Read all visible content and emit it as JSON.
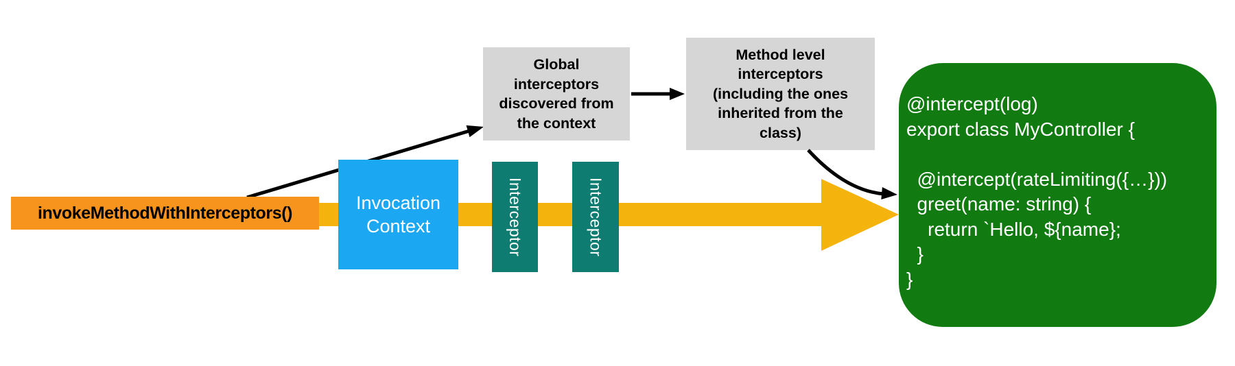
{
  "nodes": {
    "invoke_method": {
      "label": "invokeMethodWithInterceptors()"
    },
    "invocation_context": {
      "label": "Invocation\nContext"
    },
    "interceptors": [
      {
        "label": "Interceptor"
      },
      {
        "label": "Interceptor"
      }
    ],
    "global_interceptors": {
      "label": "Global\ninterceptors\ndiscovered from\nthe context"
    },
    "method_interceptors": {
      "label": "Method level\ninterceptors\n(including the ones\ninherited from the\nclass)"
    },
    "controller_code": {
      "code": "@intercept(log)\nexport class MyController {\n\n  @intercept(rateLimiting({…}))\n  greet(name: string) {\n    return `Hello, ${name};\n  }\n}"
    }
  },
  "colors": {
    "invoke_method_bg": "#F7941D",
    "flow_arrow": "#F5B40D",
    "invocation_context_bg": "#1BA7F2",
    "interceptor_bg": "#0E7C70",
    "note_bg": "#D6D6D6",
    "code_bg": "#117B11",
    "connector": "#000000",
    "text_dark": "#000000",
    "text_light": "#FFFFFF"
  }
}
